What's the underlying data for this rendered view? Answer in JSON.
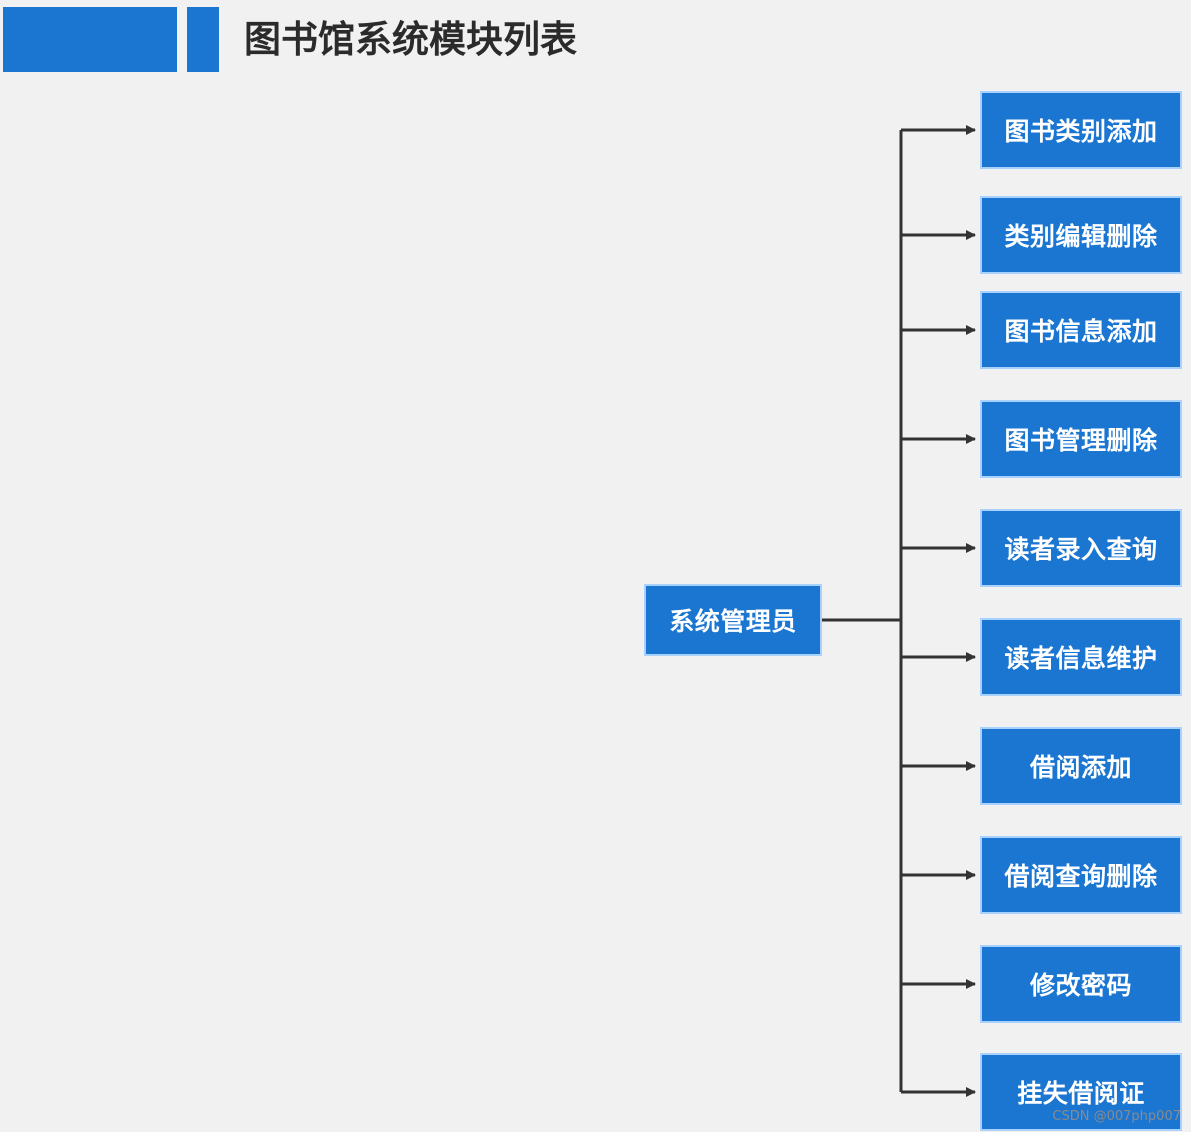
{
  "title": "图书馆系统模块列表",
  "root": {
    "label": "系统管理员"
  },
  "modules": [
    {
      "label": "图书类别添加"
    },
    {
      "label": "类别编辑删除"
    },
    {
      "label": "图书信息添加"
    },
    {
      "label": "图书管理删除"
    },
    {
      "label": "读者录入查询"
    },
    {
      "label": "读者信息维护"
    },
    {
      "label": "借阅添加"
    },
    {
      "label": "借阅查询删除"
    },
    {
      "label": "修改密码"
    },
    {
      "label": "挂失借阅证"
    }
  ],
  "watermark": "CSDN @007php007",
  "colors": {
    "node_fill": "#1b76d2",
    "node_border": "#a9d1ff",
    "connector": "#333333",
    "background": "#f1f1f1"
  }
}
